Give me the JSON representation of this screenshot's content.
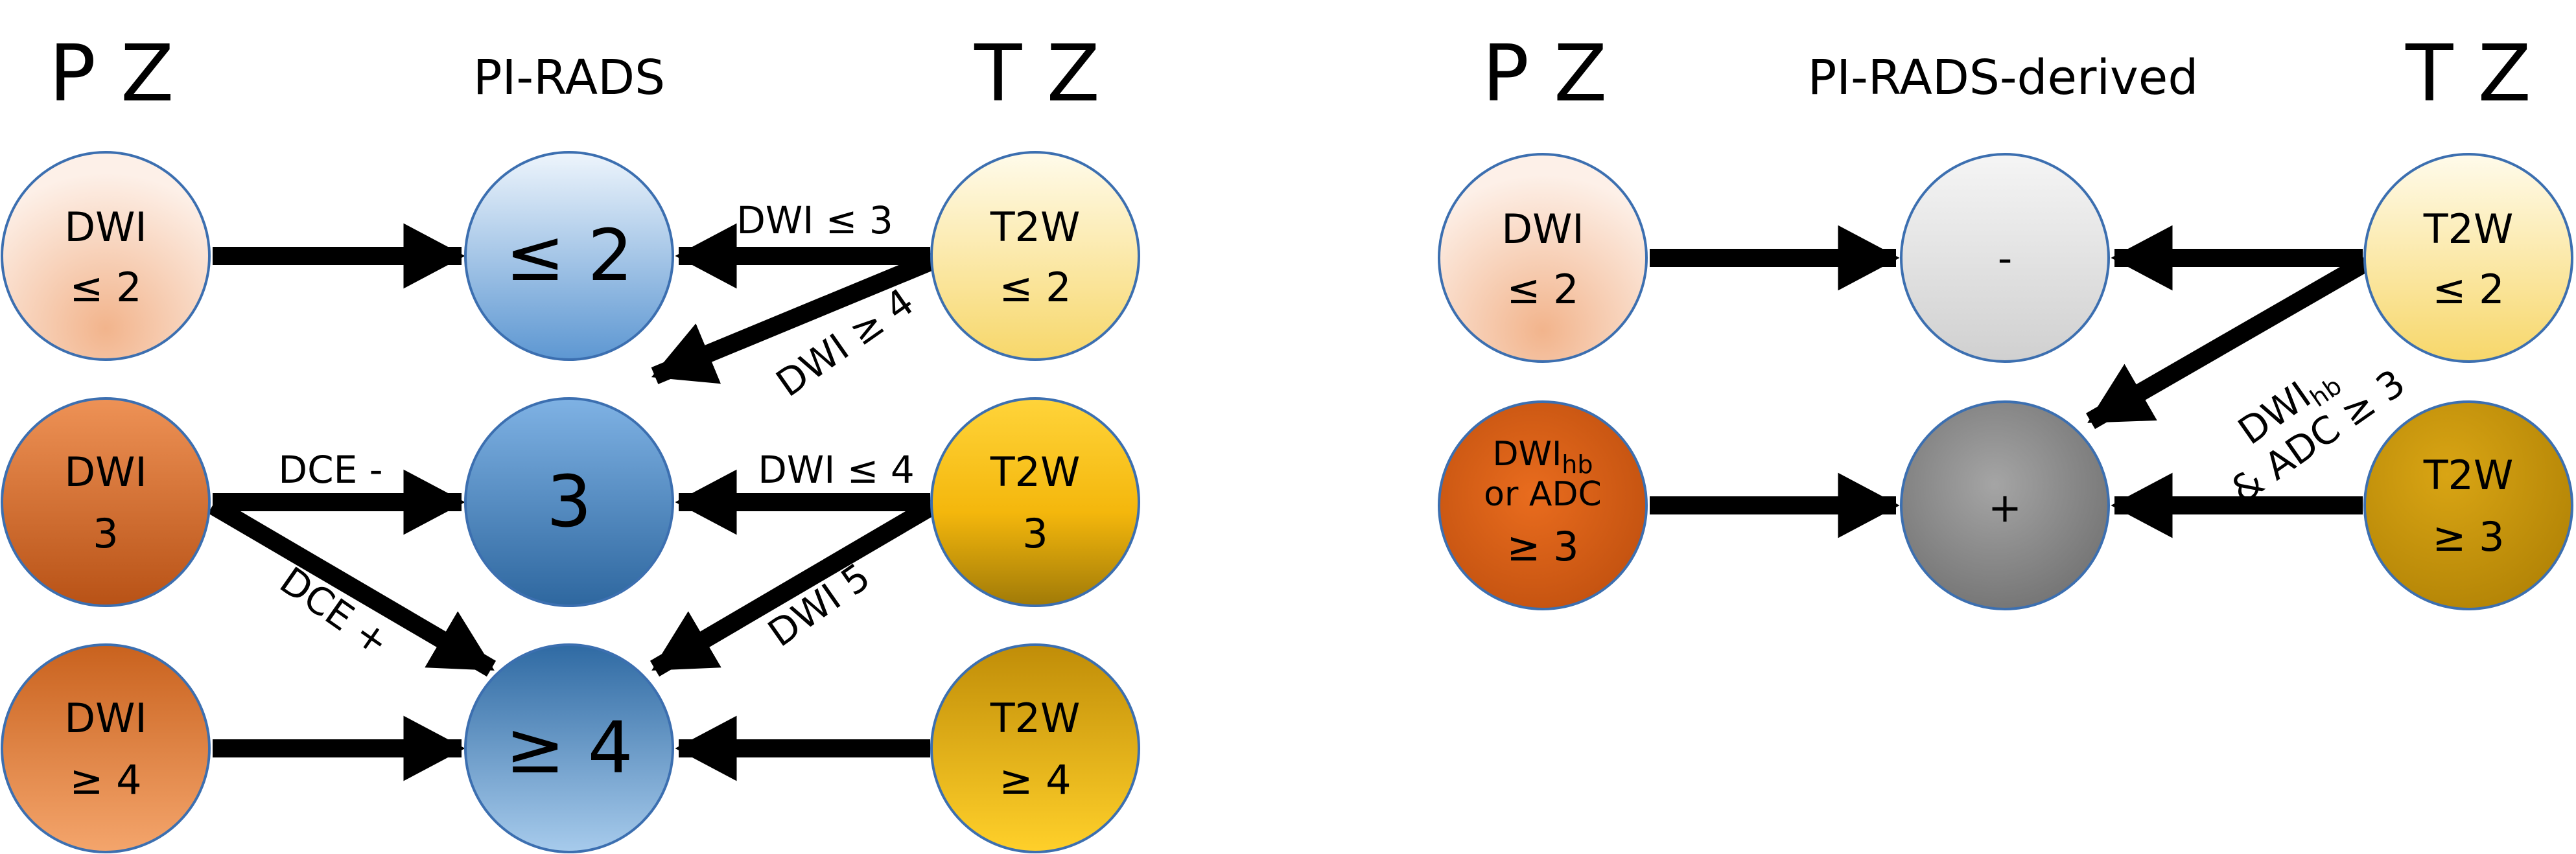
{
  "left_panel": {
    "pz_header": "P Z",
    "center_header": "PI-RADS",
    "tz_header": "T Z",
    "pz_nodes": [
      {
        "line1": "DWI",
        "line2": "≤ 2"
      },
      {
        "line1": "DWI",
        "line2": "3"
      },
      {
        "line1": "DWI",
        "line2": "≥ 4"
      }
    ],
    "center_nodes": [
      "≤ 2",
      "3",
      "≥ 4"
    ],
    "tz_nodes": [
      {
        "line1": "T2W",
        "line2": "≤ 2"
      },
      {
        "line1": "T2W",
        "line2": "3"
      },
      {
        "line1": "T2W",
        "line2": "≥ 4"
      }
    ],
    "edge_labels": {
      "tz1_to_c1": "DWI ≤ 3",
      "tz1_to_c2": "DWI ≥ 4",
      "pz2_to_c2": "DCE -",
      "pz2_to_c3": "DCE +",
      "tz2_to_c2": "DWI ≤ 4",
      "tz2_to_c3": "DWI 5"
    }
  },
  "right_panel": {
    "pz_header": "P Z",
    "center_header": "PI-RADS-derived",
    "tz_header": "T Z",
    "pz_nodes": [
      {
        "line1": "DWI",
        "line2": "≤ 2"
      },
      {
        "line1_main": "DWI",
        "line1_sub": "hb",
        "line2": "or ADC",
        "line3": "≥ 3"
      }
    ],
    "center_nodes": [
      "-",
      "+"
    ],
    "tz_nodes": [
      {
        "line1": "T2W",
        "line2": "≤ 2"
      },
      {
        "line1": "T2W",
        "line2": "≥ 3"
      }
    ],
    "edge_label": {
      "main": "DWI",
      "sub": "hb",
      "line2": "& ADC ≥ 3"
    }
  },
  "colors": {
    "pz_light": "#f6c6a8",
    "pz_mid": "#e07a30",
    "pz_dark": "#c8561a",
    "blue_light": "#a9cbe9",
    "blue_mid": "#4e88c4",
    "blue_dark": "#3a6fa8",
    "tz_light": "#fbe6a0",
    "tz_mid": "#f3bf1a",
    "tz_dark": "#c99a10",
    "gray_light": "#e2e2e2",
    "gray_dark": "#8a8a8a",
    "stroke": "#3c6fb0"
  }
}
